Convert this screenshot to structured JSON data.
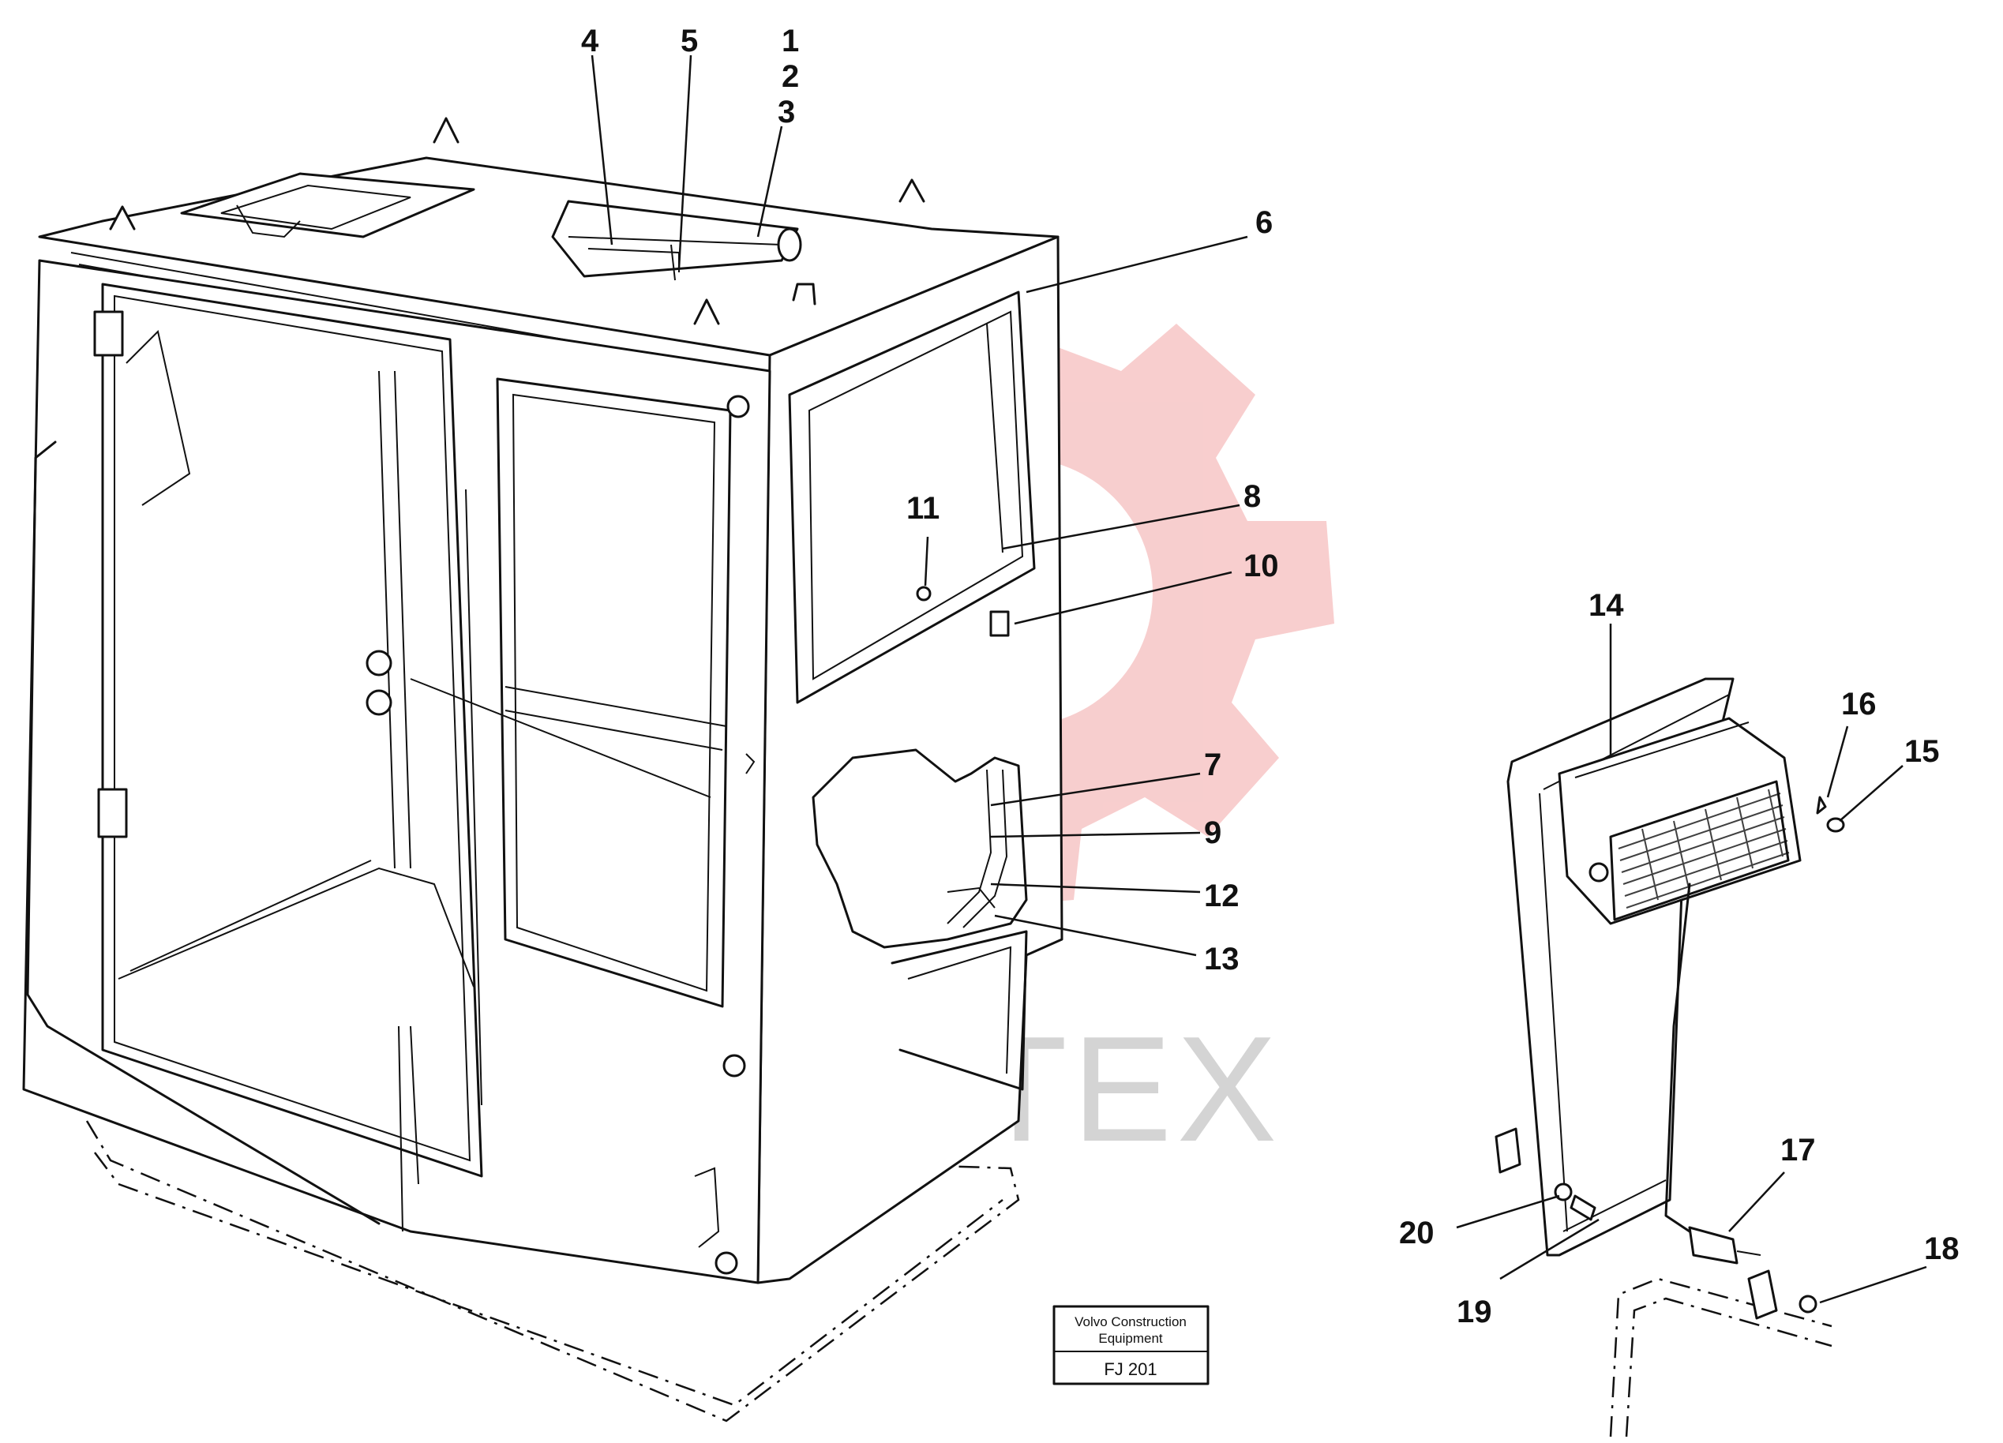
{
  "watermark": {
    "text": "ИНТЕХ",
    "gear_color": "#f7c9c9",
    "text_color": "#d0d0d0"
  },
  "stamp": {
    "line1": "Volvo Construction",
    "line2": "Equipment",
    "code": "FJ 201"
  },
  "callouts": [
    "1",
    "2",
    "3",
    "4",
    "5",
    "6",
    "7",
    "8",
    "9",
    "10",
    "11",
    "12",
    "13",
    "14",
    "15",
    "16",
    "17",
    "18",
    "19",
    "20"
  ],
  "colors": {
    "ink": "#111111",
    "paper": "#ffffff"
  }
}
